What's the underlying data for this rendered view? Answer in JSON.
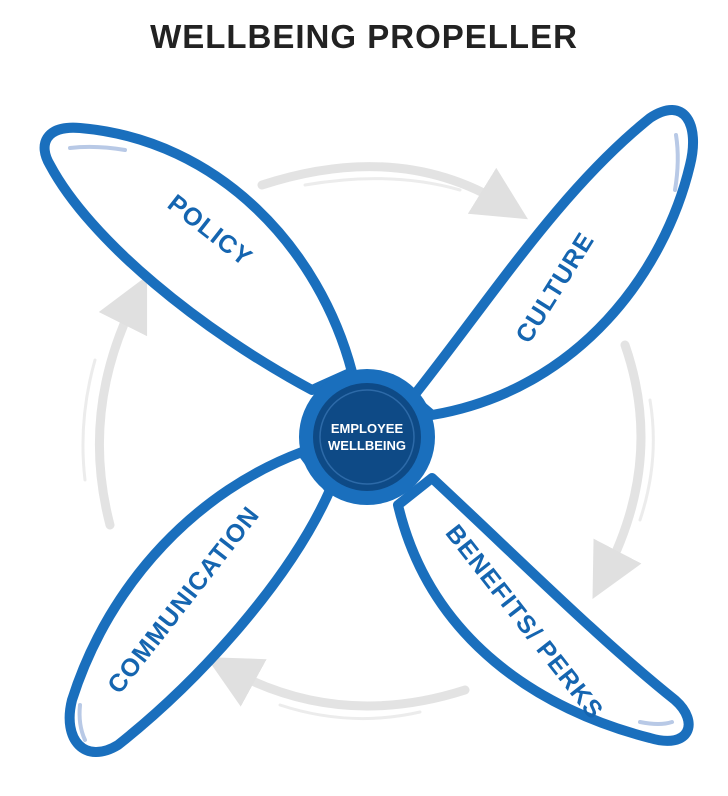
{
  "title": "WELLBEING PROPELLER",
  "center": {
    "line1": "EMPLOYEE",
    "line2": "WELLBEING"
  },
  "blades": [
    {
      "label": "POLICY"
    },
    {
      "label": "CULTURE"
    },
    {
      "label": "BENEFITS/ PERKS"
    },
    {
      "label": "COMMUNICATION"
    }
  ],
  "colors": {
    "blade": "#1a6fbd",
    "hub": "#0e4a86",
    "arrow": "#e3e3e3"
  }
}
